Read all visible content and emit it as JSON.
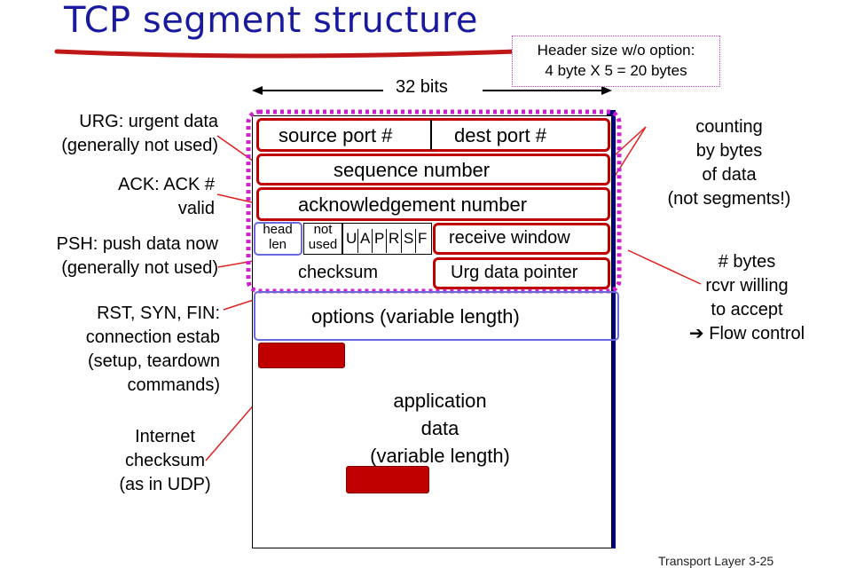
{
  "title": "TCP segment structure",
  "note": {
    "line1": "Header size w/o option:",
    "line2": "4 byte X 5 = 20 bytes"
  },
  "width_label": "32 bits",
  "fields": {
    "source_port": "source port #",
    "dest_port": "dest port #",
    "sequence_number": "sequence number",
    "ack_number": "acknowledgement number",
    "head_len_1": "head",
    "head_len_2": "len",
    "not_used_1": "not",
    "not_used_2": "used",
    "flags": [
      "U",
      "A",
      "P",
      "R",
      "S",
      "F"
    ],
    "receive_window": "receive window",
    "checksum": "checksum",
    "urg_pointer": "Urg data pointer",
    "options": "options (variable length)",
    "app_data_1": "application",
    "app_data_2": "data",
    "app_data_3": "(variable length)"
  },
  "annotations": {
    "urg": [
      "URG: urgent data",
      "(generally not used)"
    ],
    "ack": [
      "ACK: ACK #",
      "valid"
    ],
    "psh": [
      "PSH: push data now",
      "(generally not used)"
    ],
    "rst": [
      "RST, SYN, FIN:",
      "connection estab",
      "(setup, teardown",
      "commands)"
    ],
    "internet": [
      "Internet",
      "checksum",
      "(as in UDP)"
    ],
    "counting": [
      "counting",
      "by bytes",
      "of data",
      "(not segments!)"
    ],
    "bytes": [
      "# bytes",
      "rcvr willing",
      "to accept",
      "➔ Flow control"
    ]
  },
  "footer": "Transport Layer 3-25",
  "colors": {
    "title": "#1a1a9e",
    "field_border": "#c00000",
    "highlight_blue": "#6a6ae0",
    "dotted_border": "#cc22cc",
    "shadow": "#00007a"
  }
}
